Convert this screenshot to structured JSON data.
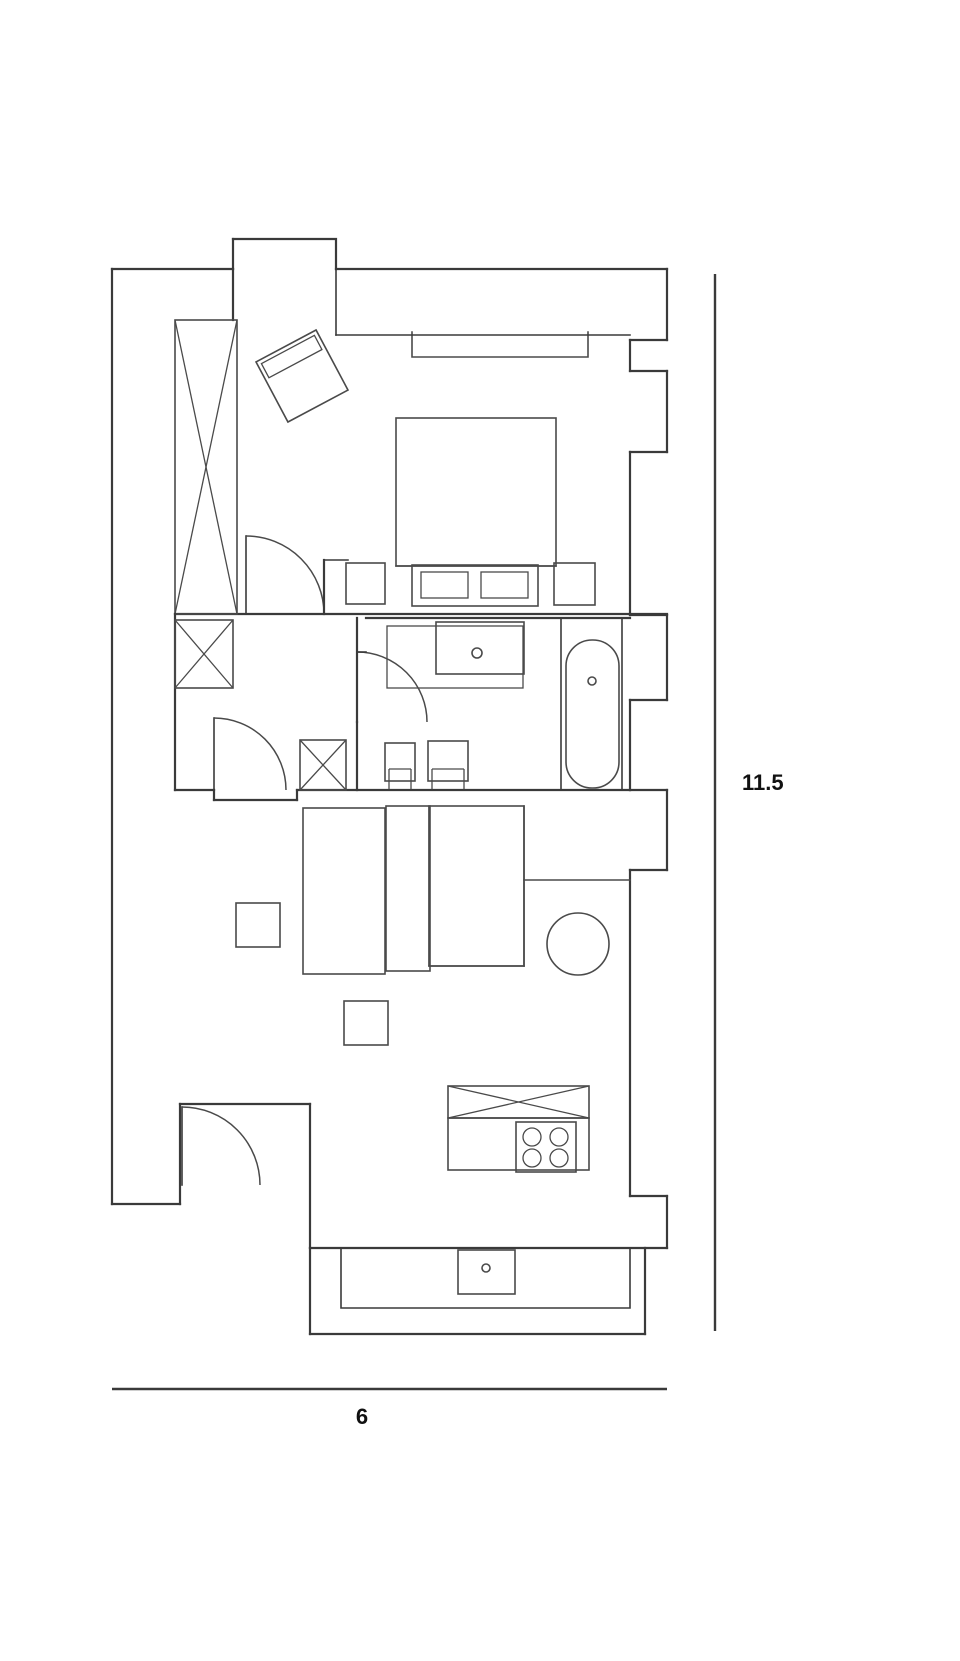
{
  "document": {
    "kind": "architectural-floor-plan",
    "title": "",
    "background_color": "#ffffff",
    "line_color": "#3a3a3a",
    "furniture_line_color": "#4a4a4a"
  },
  "dimensions": {
    "vertical": {
      "label": "11.5",
      "orientation": "vertical",
      "side": "right"
    },
    "horizontal": {
      "label": "6",
      "orientation": "horizontal",
      "side": "bottom"
    }
  },
  "rooms": [
    {
      "id": "bedroom",
      "name": "Bedroom",
      "label": ""
    },
    {
      "id": "wardrobe-hall",
      "name": "Hall / Closet",
      "label": ""
    },
    {
      "id": "bathroom",
      "name": "Bathroom",
      "label": ""
    },
    {
      "id": "living",
      "name": "Living Room",
      "label": ""
    },
    {
      "id": "kitchen",
      "name": "Kitchen",
      "label": ""
    },
    {
      "id": "balcony",
      "name": "Balcony",
      "label": ""
    }
  ],
  "fixtures": [
    {
      "id": "bed",
      "name": "bed",
      "label": ""
    },
    {
      "id": "nightstand-left",
      "name": "nightstand",
      "label": ""
    },
    {
      "id": "nightstand-right",
      "name": "nightstand",
      "label": ""
    },
    {
      "id": "dresser",
      "name": "dresser",
      "label": ""
    },
    {
      "id": "armchair",
      "name": "armchair",
      "label": ""
    },
    {
      "id": "wardrobe-bedroom",
      "name": "wardrobe",
      "label": ""
    },
    {
      "id": "wardrobe-hall-1",
      "name": "wardrobe",
      "label": ""
    },
    {
      "id": "wardrobe-hall-2",
      "name": "wardrobe",
      "label": ""
    },
    {
      "id": "shower",
      "name": "shower",
      "label": ""
    },
    {
      "id": "bathtub",
      "name": "bathtub",
      "label": ""
    },
    {
      "id": "toilet",
      "name": "toilet",
      "label": ""
    },
    {
      "id": "sink",
      "name": "sink",
      "label": ""
    },
    {
      "id": "sofa",
      "name": "sofa",
      "label": ""
    },
    {
      "id": "coffee-table",
      "name": "coffee table",
      "label": ""
    },
    {
      "id": "side-table",
      "name": "side table",
      "label": ""
    },
    {
      "id": "dining-table",
      "name": "round dining table",
      "label": ""
    },
    {
      "id": "stove",
      "name": "stove with four burners",
      "label": ""
    },
    {
      "id": "counter",
      "name": "kitchen counter",
      "label": ""
    },
    {
      "id": "balcony-drain",
      "name": "floor drain",
      "label": ""
    }
  ],
  "doors": [
    {
      "id": "bedroom-door",
      "name": "bedroom door",
      "swing": "quarter-arc"
    },
    {
      "id": "bathroom-door",
      "name": "bathroom door",
      "swing": "quarter-arc"
    },
    {
      "id": "hall-door",
      "name": "hall door",
      "swing": "quarter-arc"
    },
    {
      "id": "entry-door",
      "name": "entry door",
      "swing": "quarter-arc"
    }
  ]
}
